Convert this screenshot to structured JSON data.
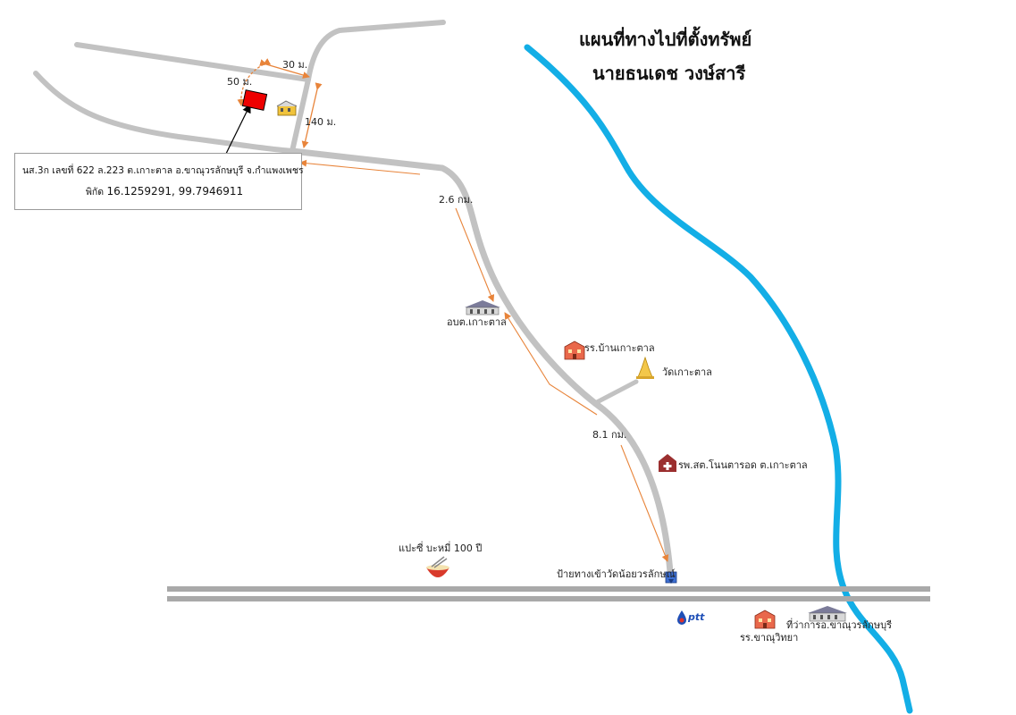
{
  "title": {
    "line1": "แผนที่ทางไปที่ตั้งทรัพย์",
    "line2": "นายธนเดช วงษ์สารี"
  },
  "property": {
    "deed": "นส.3ก เลขที่ 622 ล.223 ต.เกาะตาล อ.ขาณุวรลักษบุรี จ.กำแพงเพชร",
    "coord_label": "พิกัด",
    "coord_value": "16.1259291, 99.7946911"
  },
  "distances": {
    "d50": "50 ม.",
    "d30": "30 ม.",
    "d140": "140 ม.",
    "d26": "2.6 กม.",
    "d81": "8.1 กม."
  },
  "landmarks": {
    "sao": "อบต.เกาะตาล",
    "school_koh_tan": "รร.บ้านเกาะตาล",
    "wat_koh_tan": "วัดเกาะตาล",
    "hospital": "รพ.สต.โนนตารอด ต.เกาะตาล",
    "noodle": "แปะซี่ บะหมี่ 100 ปี",
    "wat_sign": "ป้ายทางเข้าวัดน้อยวรลักษณ์",
    "ptt": "ptt",
    "khanu_school": "รร.ขาณุวิทยา",
    "district_office": "ที่ว่าการอ.ขาณุวรลักษบุรี"
  },
  "colors": {
    "road": "#c2c2c2",
    "highway": "#a9a9a9",
    "river": "#13aee6",
    "route_arrow": "#e8843a",
    "plot": "#ee0000"
  }
}
